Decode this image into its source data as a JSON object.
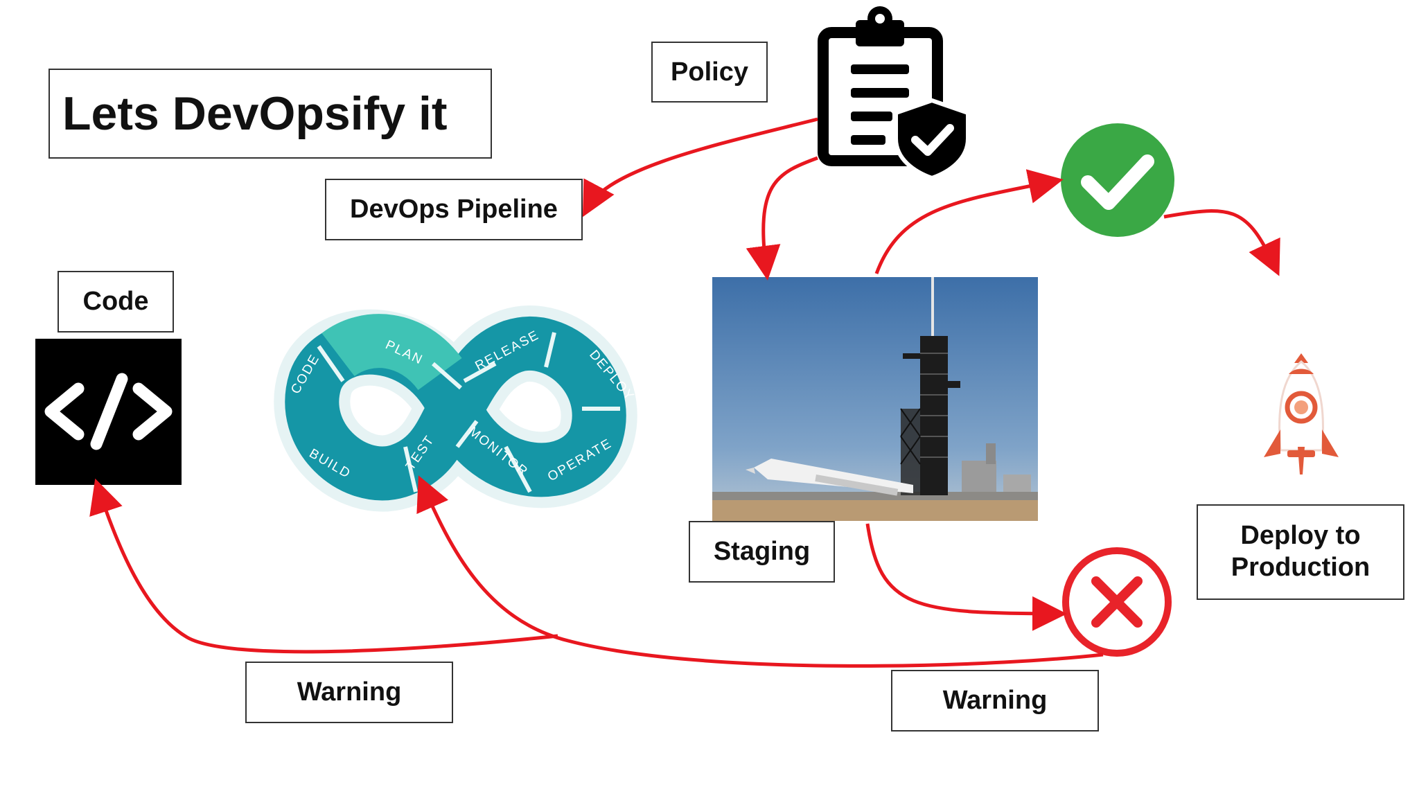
{
  "title": "Lets DevOpsify it",
  "labels": {
    "policy": "Policy",
    "pipeline": "DevOps Pipeline",
    "code": "Code",
    "staging": "Staging",
    "deploy": "Deploy to\nProduction",
    "warning_left": "Warning",
    "warning_right": "Warning"
  },
  "loop_stages": {
    "code": "CODE",
    "plan": "PLAN",
    "build": "BUILD",
    "test": "TEST",
    "release": "RELEASE",
    "deploy": "DEPLOY",
    "monitor": "MONITOR",
    "operate": "OPERATE"
  },
  "icons": {
    "code": "code-brackets-icon",
    "policy": "clipboard-shield-icon",
    "success": "check-circle-icon",
    "failure": "x-circle-icon",
    "production": "rocket-icon"
  },
  "colors": {
    "arrow": "#e8171f",
    "loop_dark": "#1596a6",
    "loop_light": "#3fc3b5",
    "success": "#3aa845",
    "failure": "#e8232a"
  }
}
